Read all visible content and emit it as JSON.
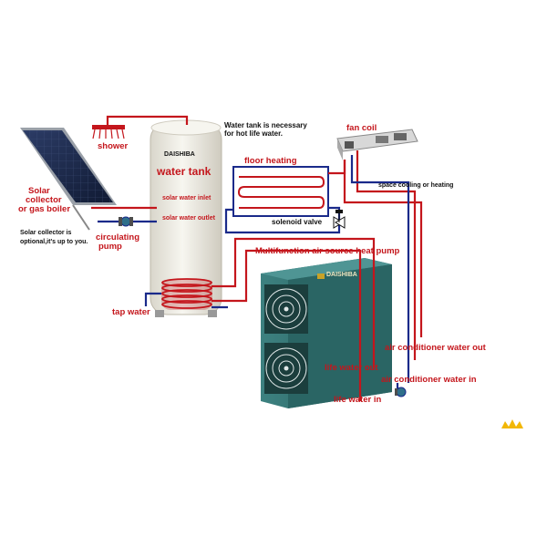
{
  "labels": {
    "shower": "shower",
    "water_tank": "water tank",
    "brand_tank": "DAISHIBA",
    "tank_note_1": "Water tank is necessary",
    "tank_note_2": "for hot life water.",
    "fan_coil": "fan coil",
    "floor_heating": "floor heating",
    "space_cooling": "space cooling or  heating",
    "solenoid_valve": "solenoid valve",
    "solar_water_inlet": "solar water inlet",
    "solar_water_outlet": "solar water outlet",
    "solar_collector_1": "Solar",
    "solar_collector_2": "collector",
    "solar_collector_3": "or gas boiler",
    "solar_optional_1": "Solar collector is",
    "solar_optional_2": "optional,it's up to you.",
    "circulating_1": "circulating",
    "circulating_2": "pump",
    "tap_water": "tap water",
    "multifunction": "Multifunction air source heat pump",
    "brand_unit": "DAISHIBA",
    "ac_water_out": "air conditioner water out",
    "life_water_out": "life water out",
    "ac_water_in": "air conditioner water in",
    "life_water_in": "life water in"
  },
  "colors": {
    "hot_pipe": "#c4161c",
    "cold_pipe": "#1a2a8a",
    "tank_body": "#f1efe6",
    "unit_body": "#2f6f6e",
    "panel": "#1c2a4a"
  }
}
